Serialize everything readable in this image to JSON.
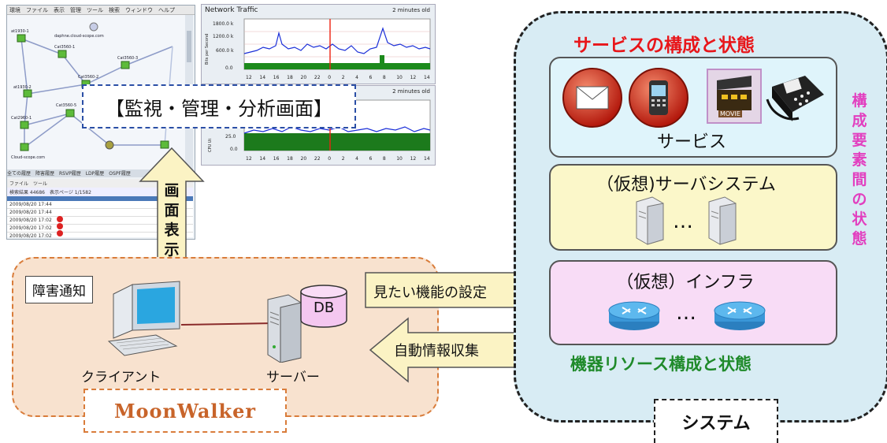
{
  "monitor": {
    "menu": "環境　ファイル　表示　管理　ツール　検索　ウィンドウ　ヘルプ",
    "nodes": [
      "at1930-1",
      "daphne.cloud-scope.com",
      "Cat3560-1",
      "Cat3560-2",
      "at1930-2",
      "Cat3560-3",
      "Cat2960-1",
      "Cat3560-5",
      "Cloud-scope.com"
    ],
    "tabs": "全ての履歴　障害履歴　RSVP履歴　LDP履歴　OSPF履歴",
    "table_header": "ファイル　ツール",
    "table_status": "検索結果 44686　表示ページ 1/1582",
    "table_rows": [
      "2009/08/20 17:44",
      "2009/08/20 17:44",
      "2009/08/20 17:02",
      "2009/08/20 17:02",
      "2009/08/20 17:02"
    ]
  },
  "charts": [
    {
      "title": "Network Traffic",
      "age": "2 minutes old",
      "y_ticks": [
        "1800.0 k",
        "1200.0 k",
        "600.0 k",
        "0.0"
      ],
      "y_label": "Bits per Second",
      "x_ticks": [
        "12",
        "14",
        "16",
        "18",
        "20",
        "22",
        "0",
        "2",
        "4",
        "6",
        "8",
        "10",
        "12",
        "14"
      ]
    },
    {
      "title": "",
      "age": "2 minutes old",
      "y_ticks": [
        "25.0",
        "0.0"
      ],
      "y_label": "CPU Ut",
      "x_ticks": [
        "12",
        "14",
        "16",
        "18",
        "20",
        "22",
        "0",
        "2",
        "4",
        "6",
        "8",
        "10",
        "12",
        "14"
      ]
    }
  ],
  "labels": {
    "monitor_callout": "【監視・管理・分析画面】",
    "screen_display": "画面表示",
    "fault_notice": "障害通知",
    "client": "クライアント",
    "server": "サーバー",
    "db": "DB",
    "moonwalker": "MoonWalker",
    "settings_arrow": "見たい機能の設定",
    "collect_arrow": "自動情報収集",
    "service_status": "サービスの構成と状態",
    "services": "サービス",
    "virtual_server": "（仮想)サーバシステム",
    "virtual_infra": "（仮想）インフラ",
    "resource_status": "機器リソース構成と状態",
    "element_status": "構成要素間の状態",
    "system": "システム",
    "ellipsis1": "…",
    "ellipsis2": "…",
    "movie": "MOVIE"
  },
  "colors": {
    "red_title": "#e8161a",
    "green_title": "#1f8a2a",
    "pink_title": "#e23fbf",
    "arrow_fill": "#fbf3c4",
    "moonwalker_text": "#c8642a"
  }
}
